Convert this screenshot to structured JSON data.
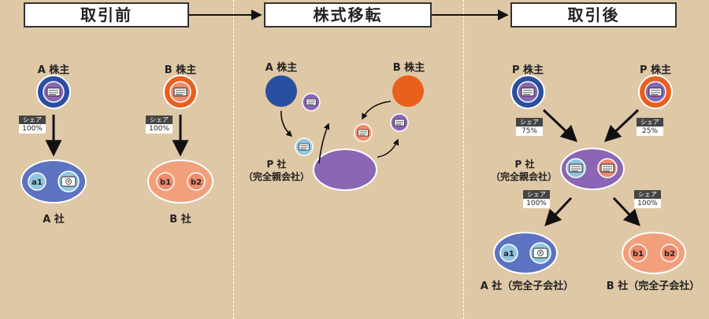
{
  "headers": {
    "before": "取引前",
    "transfer": "株式移転",
    "after": "取引後"
  },
  "before": {
    "a_holder": "A 株主",
    "b_holder": "B 株主",
    "share_label": "シェア",
    "a_share": "100%",
    "b_share": "100%",
    "a_company": "A 社",
    "b_company": "B 社",
    "a_assets": [
      "a1",
      "¥"
    ],
    "b_assets": [
      "b1",
      "b2"
    ]
  },
  "transfer": {
    "a_holder": "A 株主",
    "b_holder": "B 株主",
    "p_company_line1": "P 社",
    "p_company_line2": "（完全親会社）"
  },
  "after": {
    "p_holder_left": "P 株主",
    "p_holder_right": "P 株主",
    "share_label": "シェア",
    "left_share": "75%",
    "right_share": "25%",
    "p_company_line1": "P 社",
    "p_company_line2": "（完全親会社）",
    "a_share": "100%",
    "b_share": "100%",
    "a_company": "A 社（完全子会社）",
    "b_company": "B 社（完全子会社）",
    "a_assets": [
      "a1",
      "¥"
    ],
    "b_assets": [
      "b1",
      "b2"
    ]
  },
  "colors": {
    "background": "#dfc8a6",
    "a_blue": "#2a4fa0",
    "b_orange": "#e8601c",
    "p_purple": "#8a66b4",
    "a_company_fill": "#5d72c0",
    "b_company_fill": "#f2a07c",
    "asset_blue": "#8fc6e0",
    "asset_salmon": "#f08a6c"
  }
}
